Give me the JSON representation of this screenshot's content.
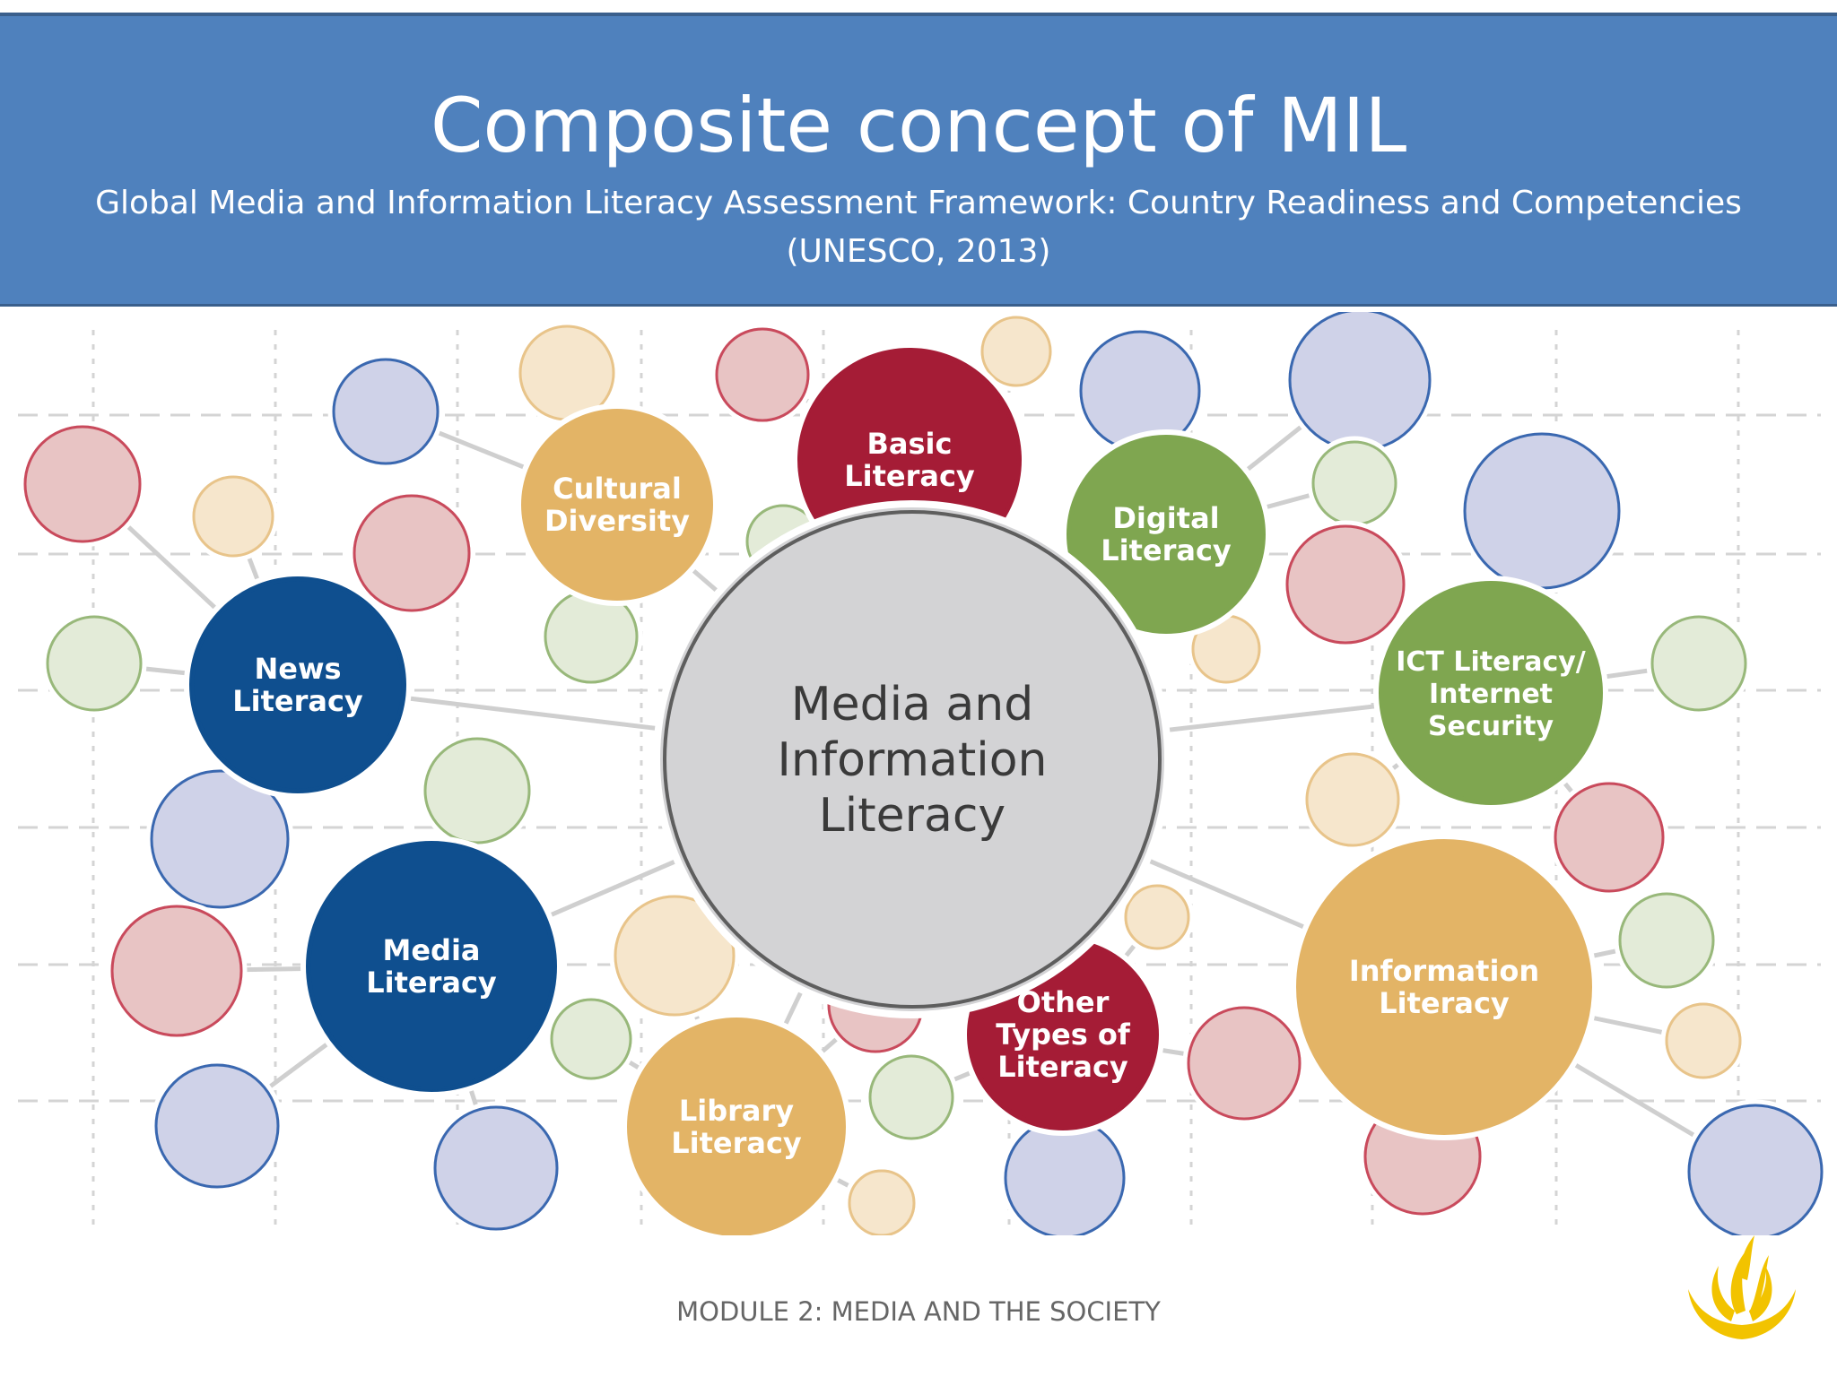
{
  "header": {
    "title": "Composite concept of MIL",
    "subtitle_line1": "Global Media and Information Literacy Assessment Framework: Country Readiness and Competencies",
    "subtitle_line2": "(UNESCO, 2013)"
  },
  "diagram": {
    "center": [
      "Media and",
      "Information",
      "Literacy"
    ],
    "nodes": [
      {
        "id": "basic",
        "lines": [
          "Basic",
          "Literacy"
        ],
        "color": "#a51c36"
      },
      {
        "id": "cultural",
        "lines": [
          "Cultural",
          "Diversity"
        ],
        "color": "#e3b466"
      },
      {
        "id": "digital",
        "lines": [
          "Digital",
          "Literacy"
        ],
        "color": "#7fa650"
      },
      {
        "id": "news",
        "lines": [
          "News",
          "Literacy"
        ],
        "color": "#0f4f8f"
      },
      {
        "id": "ict",
        "lines": [
          "ICT Literacy/",
          "Internet",
          "Security"
        ],
        "color": "#7fa650"
      },
      {
        "id": "media",
        "lines": [
          "Media",
          "Literacy"
        ],
        "color": "#0f4f8f"
      },
      {
        "id": "information",
        "lines": [
          "Information",
          "Literacy"
        ],
        "color": "#e3b466"
      },
      {
        "id": "other",
        "lines": [
          "Other",
          "Types of",
          "Literacy"
        ],
        "color": "#a51c36"
      },
      {
        "id": "library",
        "lines": [
          "Library",
          "Literacy"
        ],
        "color": "#e3b466"
      }
    ]
  },
  "footer": {
    "text": "MODULE 2: MEDIA AND THE SOCIETY"
  },
  "logo": {
    "icon": "flame-logo-icon",
    "color": "#f2c300"
  }
}
